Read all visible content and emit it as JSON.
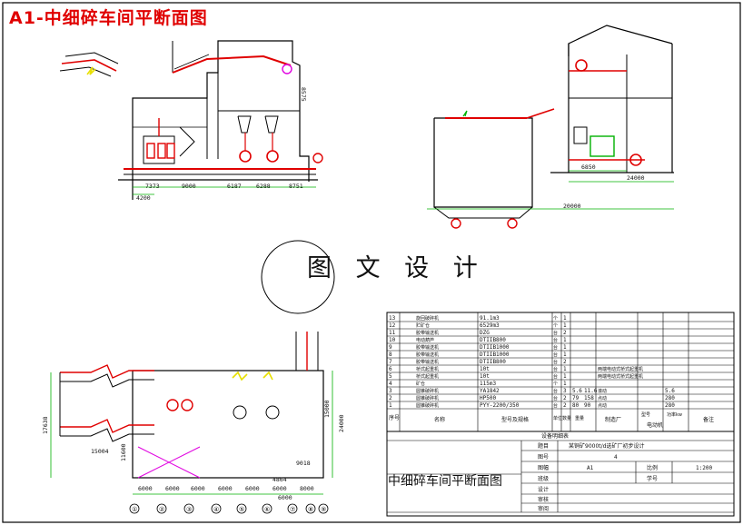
{
  "title": "A1-中细碎车间平断面图",
  "watermark": "图 文 设 计",
  "section_dimensions": {
    "bottom_row": [
      "4200",
      "7373",
      "9000",
      "6187",
      "6288",
      "8751"
    ],
    "right_width": "24000",
    "right_depth": "20000",
    "right_step": "6850",
    "left_height": "8575"
  },
  "plan_dimensions": {
    "bays": [
      "6000",
      "6000",
      "6000",
      "6000",
      "6000",
      "6000",
      "8000",
      "6000"
    ],
    "overall": "15000",
    "left_total": "17638",
    "left_inner": "11600",
    "bottom_mid": "15004",
    "right_small": "9018",
    "lower_small": "4864",
    "lower_bay": "6000",
    "right_total": "24000",
    "axis_labels": [
      "①",
      "②",
      "③",
      "④",
      "⑤",
      "⑥",
      "⑦",
      "⑧",
      "⑨"
    ]
  },
  "equipment_table": {
    "rows": [
      {
        "no": "13",
        "name": "旋回破碎机",
        "spec": "91.1m3",
        "unit": "个",
        "qty": "1"
      },
      {
        "no": "12",
        "name": "贮矿仓",
        "spec": "6529m3",
        "unit": "个",
        "qty": "1"
      },
      {
        "no": "11",
        "name": "胶带输送机",
        "spec": "DZG",
        "unit": "台",
        "qty": "2"
      },
      {
        "no": "10",
        "name": "电动葫芦",
        "spec": "DTIIB800",
        "unit": "台",
        "qty": "1"
      },
      {
        "no": "9",
        "name": "胶带输送机",
        "spec": "DTIIB1000",
        "unit": "台",
        "qty": "1"
      },
      {
        "no": "8",
        "name": "胶带输送机",
        "spec": "DTIIB1000",
        "unit": "台",
        "qty": "1"
      },
      {
        "no": "7",
        "name": "胶带输送机",
        "spec": "DTIIB800",
        "unit": "台",
        "qty": "2"
      },
      {
        "no": "6",
        "name": "桥式起重机",
        "spec": "10t",
        "unit": "台",
        "qty": "1",
        "note": "两端电动式桥式起重机"
      },
      {
        "no": "5",
        "name": "桥式起重机",
        "spec": "10t",
        "unit": "台",
        "qty": "1",
        "note": "两端电动式桥式起重机"
      },
      {
        "no": "4",
        "name": "矿仓",
        "spec": "115m3",
        "unit": "个",
        "qty": "1"
      },
      {
        "no": "3",
        "name": "圆锥破碎机",
        "spec": "YA1842",
        "unit": "台",
        "qty": "3",
        "wt1": "5.6",
        "wt2": "11.6",
        "note": "滚动",
        "wt3": "5.6"
      },
      {
        "no": "2",
        "name": "圆锥破碎机",
        "spec": "HP500",
        "unit": "台",
        "qty": "2",
        "wt1": "79",
        "wt2": "158",
        "note": "点动",
        "wt3": "280"
      },
      {
        "no": "1",
        "name": "圆锥破碎机",
        "spec": "PYY-2200/350",
        "unit": "台",
        "qty": "2",
        "wt1": "80",
        "wt2": "90",
        "note": "点动",
        "wt3": "280"
      }
    ],
    "header": {
      "no": "序号",
      "name": "名称",
      "spec": "型号及规格",
      "unit": "单位",
      "qty": "数量",
      "weight": "重量",
      "maker": "制造厂",
      "motor_type": "型号",
      "motor_power": "功率kw",
      "motor": "电动机",
      "remark": "备注"
    },
    "caption": "设备明细表"
  },
  "title_block": {
    "drawing_title": "中细碎车间平断面图",
    "project_label": "题目",
    "project_value": "某铜矿9000t/d选矿厂初步设计",
    "sheet_label": "图号",
    "sheet_value": "4",
    "size_label": "图幅",
    "size_value": "A1",
    "scale_label": "比例",
    "scale_value": "1:200",
    "class_label": "班级",
    "student_label": "学号",
    "design_label": "设计",
    "review_label": "审核",
    "approve_label": "审阅"
  },
  "colors": {
    "title": "#e00000",
    "equipment": "#e00000",
    "marker": "#00b000",
    "crusher": "#e8e000",
    "structure": "#000000",
    "dimension": "#0000ff",
    "accent": "#e000e0"
  }
}
